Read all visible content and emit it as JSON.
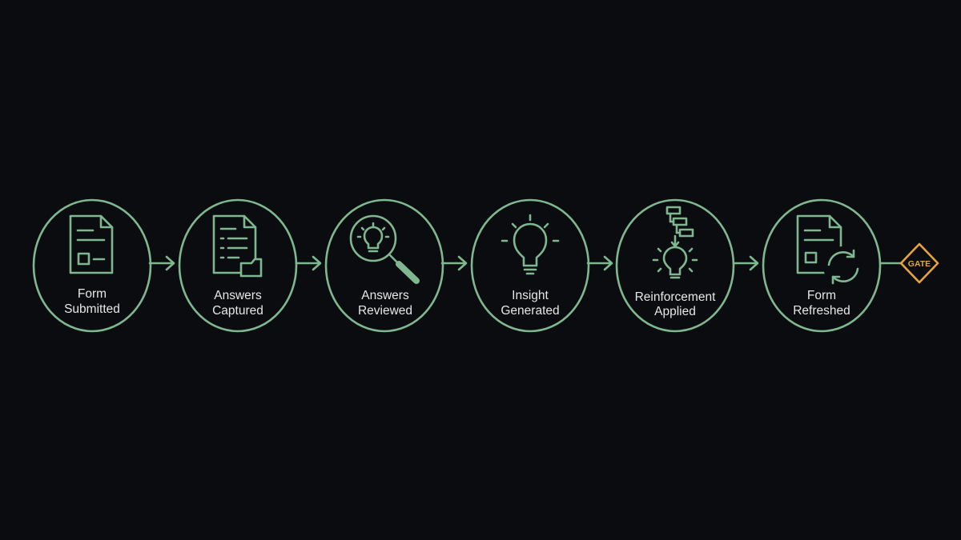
{
  "steps": [
    {
      "line1": "Form",
      "line2": "Submitted",
      "icon": "document-icon"
    },
    {
      "line1": "Answers",
      "line2": "Captured",
      "icon": "document-list-icon"
    },
    {
      "line1": "Answers",
      "line2": "Reviewed",
      "icon": "magnifier-lightbulb-icon"
    },
    {
      "line1": "Insight",
      "line2": "Generated",
      "icon": "lightbulb-icon"
    },
    {
      "line1": "Reinforcement",
      "line2": "Applied",
      "icon": "flow-lightbulb-icon"
    },
    {
      "line1": "Form",
      "line2": "Refreshed",
      "icon": "document-refresh-icon"
    }
  ],
  "gate": {
    "label": "GATE"
  },
  "colors": {
    "background": "#0a0c10",
    "node_stroke": "#7fb890",
    "text": "#e6e8e6",
    "gate": "#e8a33a"
  }
}
